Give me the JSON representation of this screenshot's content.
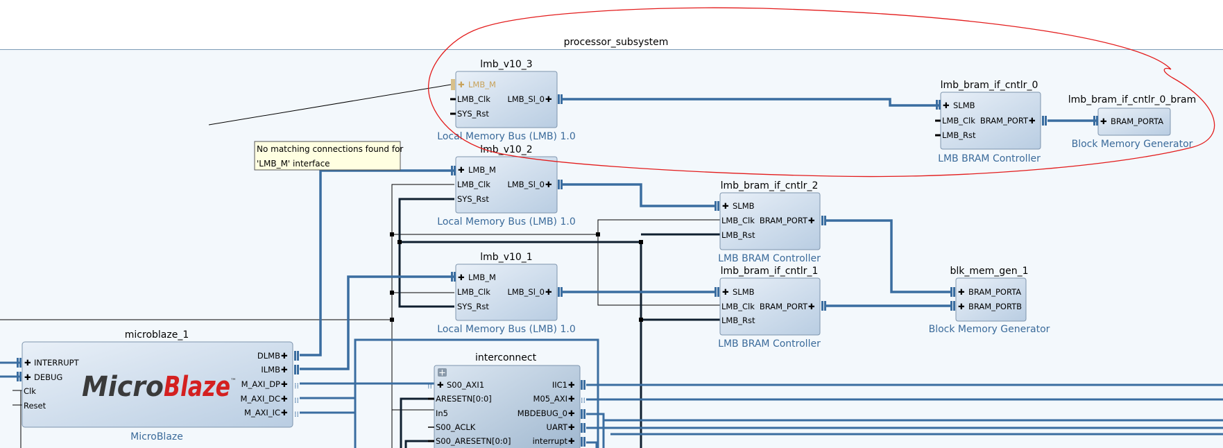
{
  "subsystem": {
    "title": "processor_subsystem"
  },
  "blocks": {
    "lmb_v10_3": {
      "name": "lmb_v10_3",
      "pins_left": [
        "LMB_M",
        "LMB_Clk",
        "SYS_Rst"
      ],
      "pins_right": [
        "LMB_Sl_0"
      ],
      "type": "Local Memory Bus (LMB) 1.0"
    },
    "lmb_v10_2": {
      "name": "lmb_v10_2",
      "pins_left": [
        "LMB_M",
        "LMB_Clk",
        "SYS_Rst"
      ],
      "pins_right": [
        "LMB_Sl_0"
      ],
      "type": "Local Memory Bus (LMB) 1.0"
    },
    "lmb_v10_1": {
      "name": "lmb_v10_1",
      "pins_left": [
        "LMB_M",
        "LMB_Clk",
        "SYS_Rst"
      ],
      "pins_right": [
        "LMB_Sl_0"
      ],
      "type": "Local Memory Bus (LMB) 1.0"
    },
    "lmb_bram_if_cntlr_0": {
      "name": "lmb_bram_if_cntlr_0",
      "pins_left": [
        "SLMB",
        "LMB_Clk",
        "LMB_Rst"
      ],
      "pins_right": [
        "BRAM_PORT"
      ],
      "type": "LMB BRAM Controller"
    },
    "lmb_bram_if_cntlr_0_bram": {
      "name": "lmb_bram_if_cntlr_0_bram",
      "pins_left": [
        "BRAM_PORTA"
      ],
      "type": "Block Memory Generator"
    },
    "lmb_bram_if_cntlr_2": {
      "name": "lmb_bram_if_cntlr_2",
      "pins_left": [
        "SLMB",
        "LMB_Clk",
        "LMB_Rst"
      ],
      "pins_right": [
        "BRAM_PORT"
      ],
      "type": "LMB BRAM Controller"
    },
    "lmb_bram_if_cntlr_1": {
      "name": "lmb_bram_if_cntlr_1",
      "pins_left": [
        "SLMB",
        "LMB_Clk",
        "LMB_Rst"
      ],
      "pins_right": [
        "BRAM_PORT"
      ],
      "type": "LMB BRAM Controller"
    },
    "blk_mem_gen_1": {
      "name": "blk_mem_gen_1",
      "pins_left": [
        "BRAM_PORTA",
        "BRAM_PORTB"
      ],
      "type": "Block Memory Generator"
    },
    "microblaze_1": {
      "name": "microblaze_1",
      "pins_left": [
        "INTERRUPT",
        "DEBUG",
        "Clk",
        "Reset"
      ],
      "pins_right": [
        "DLMB",
        "ILMB",
        "M_AXI_DP",
        "M_AXI_DC",
        "M_AXI_IC"
      ],
      "type": "MicroBlaze",
      "logo_a": "Micro",
      "logo_b": "Blaze",
      "logo_tm": "™"
    },
    "interconnect": {
      "name": "interconnect",
      "pins_left": [
        "S00_AXI1",
        "ARESETN[0:0]",
        "In5",
        "S00_ACLK",
        "S00_ARESETN[0:0]"
      ],
      "pins_right": [
        "IIC1",
        "M05_AXI",
        "MBDEBUG_0",
        "UART",
        "interrupt"
      ],
      "expand": "+"
    }
  },
  "tooltip": {
    "line1": "No matching connections found for",
    "line2": "'LMB_M' interface"
  },
  "colors": {
    "bus": "#3a6da0",
    "subtitle": "#3a6a9a",
    "highlight": "#c8a25a",
    "annotation": "#e31b1b",
    "logo_dark": "#3a3a3a",
    "logo_red": "#d42020"
  }
}
